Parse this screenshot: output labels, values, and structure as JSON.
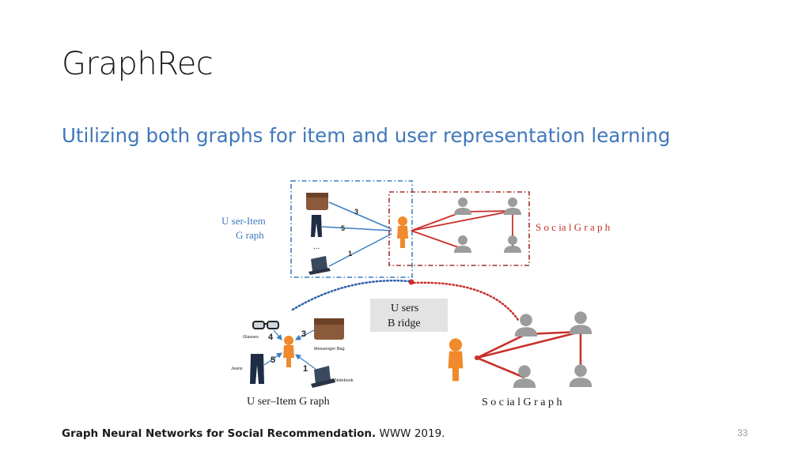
{
  "slide": {
    "title": "GraphRec",
    "subtitle": "Utilizing both graphs for item and user representation learning",
    "page_number": "33"
  },
  "footer": {
    "paper_title": "Graph Neural Networks for Social Recommendation.",
    "venue": " WWW 2019."
  },
  "diagram": {
    "top": {
      "user_item_label_line1": "U ser-Item",
      "user_item_label_line2": "G raph",
      "social_label": "S o c ia l G r a p h",
      "ellipsis": "...",
      "ratings": [
        "3",
        "5",
        "1"
      ]
    },
    "bridge": {
      "line1": "U sers",
      "line2": "B ridge"
    },
    "bottom": {
      "user_item_label": "U ser–Item  G raph",
      "social_label": "S o c ia l G r a p h",
      "item_labels": {
        "glasses": "Glasses",
        "messenger_bag": "Messenger Bag",
        "jeans": "Jeans",
        "notebook": "Notebook"
      },
      "ratings": [
        "4",
        "3",
        "5",
        "1"
      ]
    },
    "colors": {
      "user_item_edge": "#3a7fc4",
      "social_edge": "#c8302b",
      "user": "#f08a2c",
      "social_node": "#9c9c9c",
      "bridge_box": "#e3e3e3"
    }
  }
}
